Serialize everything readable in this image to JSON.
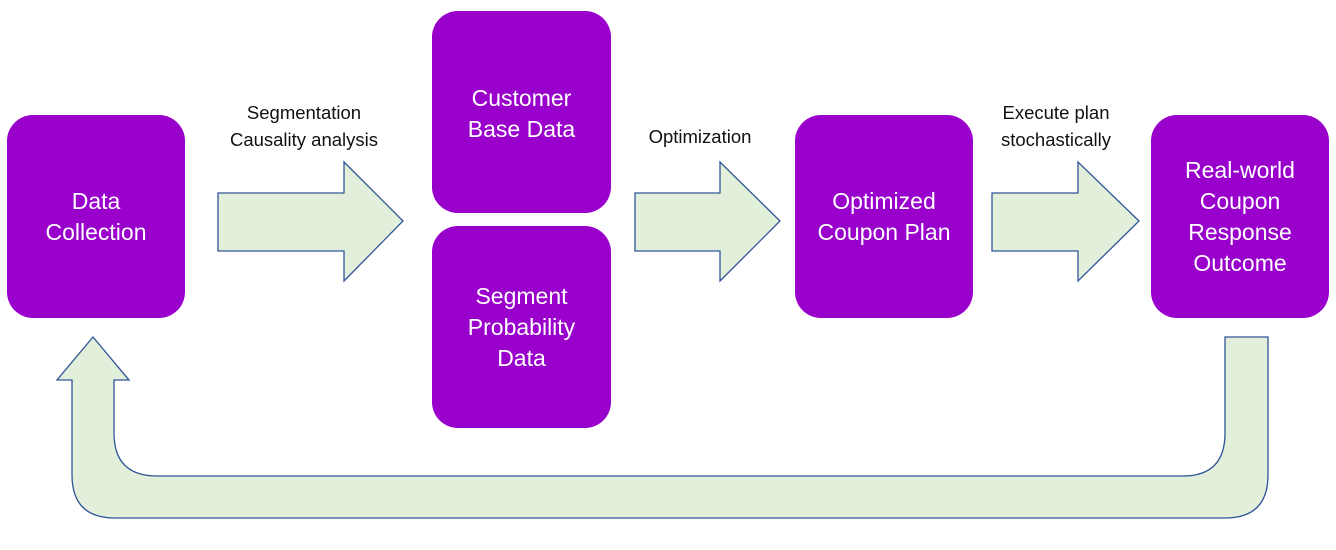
{
  "colors": {
    "node_fill": "#9900cc",
    "node_text": "#ffffff",
    "arrow_fill": "#e2efda",
    "arrow_stroke": "#2f5597",
    "label_text": "#111111"
  },
  "nodes": {
    "data_collection": "Data\nCollection",
    "customer_base_data": "Customer\nBase Data",
    "segment_probability_data": "Segment\nProbability\nData",
    "optimized_coupon_plan": "Optimized\nCoupon Plan",
    "real_world_outcome": "Real-world\nCoupon\nResponse\nOutcome"
  },
  "edge_labels": {
    "segmentation": "Segmentation\nCausality analysis",
    "optimization": "Optimization",
    "execute": "Execute plan\nstochastically"
  }
}
